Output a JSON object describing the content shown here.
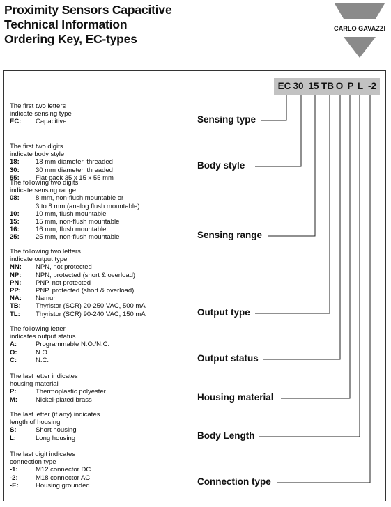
{
  "header": {
    "title_lines": [
      "Proximity Sensors Capacitive",
      "Technical Information",
      "Ordering Key, EC-types"
    ],
    "brand": "CARLO GAVAZZI"
  },
  "code": [
    "EC",
    "30",
    "15",
    "TB",
    "O",
    "P",
    "L",
    "-2"
  ],
  "sections": [
    {
      "label": "Sensing type",
      "intro": [
        "The first two letters",
        "indicate sensing type"
      ],
      "rows": [
        {
          "k": "EC:",
          "v": "Capacitive"
        }
      ]
    },
    {
      "label": "Body style",
      "intro": [
        "The first two digits",
        "indicate body style"
      ],
      "rows": [
        {
          "k": "18:",
          "v": "18 mm diameter, threaded"
        },
        {
          "k": "30:",
          "v": "30 mm diameter, threaded"
        },
        {
          "k": "55:",
          "v": "Flat-pack 35 x 15 x 55 mm"
        }
      ]
    },
    {
      "label": "Sensing range",
      "intro": [
        "The following two digits",
        "indicate sensing range"
      ],
      "rows": [
        {
          "k": "08:",
          "v": "8 mm, non-flush mountable or"
        },
        {
          "k": "",
          "v": "3 to 8 mm (analog flush mountable)"
        },
        {
          "k": "10:",
          "v": "10 mm, flush  mountable"
        },
        {
          "k": "15:",
          "v": "15 mm, non-flush mountable"
        },
        {
          "k": "16:",
          "v": "16  mm, flush mountable"
        },
        {
          "k": "25:",
          "v": "25 mm, non-flush mountable"
        }
      ]
    },
    {
      "label": "Output type",
      "intro": [
        "The following two letters",
        "indicate output type"
      ],
      "rows": [
        {
          "k": "NN:",
          "v": "NPN, not protected"
        },
        {
          "k": "NP:",
          "v": "NPN, protected (short & overload)"
        },
        {
          "k": "PN:",
          "v": "PNP, not protected"
        },
        {
          "k": "PP:",
          "v": "PNP, protected (short & overload)"
        },
        {
          "k": "NA:",
          "v": "Namur"
        },
        {
          "k": "TB:",
          "v": "Thyristor (SCR) 20-250 VAC, 500 mA"
        },
        {
          "k": "TL:",
          "v": "Thyristor (SCR) 90-240 VAC, 150 mA"
        }
      ]
    },
    {
      "label": "Output status",
      "intro": [
        "The following letter",
        "indicates output status"
      ],
      "rows": [
        {
          "k": "A:",
          "v": "Programmable N.O./N.C."
        },
        {
          "k": "O:",
          "v": "N.O."
        },
        {
          "k": "C:",
          "v": "N.C."
        }
      ]
    },
    {
      "label": "Housing material",
      "intro": [
        "The last letter indicates",
        "housing material"
      ],
      "rows": [
        {
          "k": "P:",
          "v": "Thermoplastic polyester"
        },
        {
          "k": "M:",
          "v": "Nickel-plated brass"
        }
      ]
    },
    {
      "label": "Body Length",
      "intro": [
        "The last letter (if any) indicates",
        "length of housing"
      ],
      "rows": [
        {
          "k": "S:",
          "v": "Short housing"
        },
        {
          "k": "L:",
          "v": "Long housing"
        }
      ]
    },
    {
      "label": "Connection type",
      "intro": [
        "The last digit indicates",
        "connection type"
      ],
      "rows": [
        {
          "k": "-1:",
          "v": "M12 connector DC"
        },
        {
          "k": "-2:",
          "v": "M18 connector AC"
        },
        {
          "k": "-E:",
          "v": "Housing grounded"
        }
      ]
    }
  ]
}
